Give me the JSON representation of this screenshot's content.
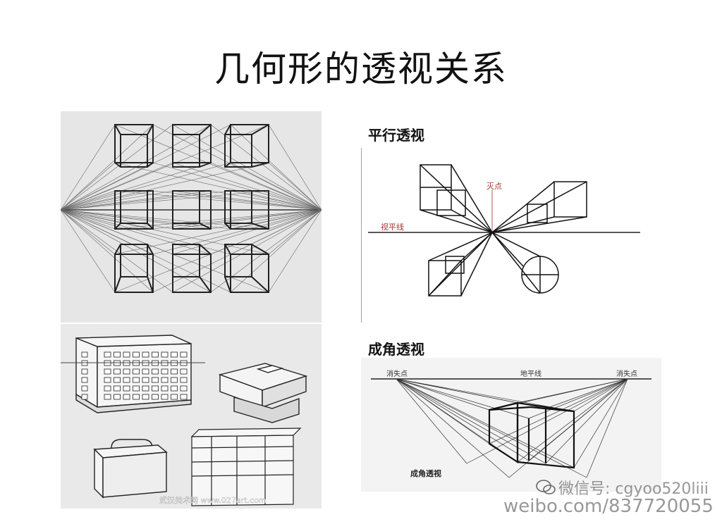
{
  "slide": {
    "title": "几何形的透视关系"
  },
  "parallel": {
    "heading": "平行透视",
    "vanish_label": "灭点",
    "horizon_label": "视平线"
  },
  "angular": {
    "heading": "成角透视",
    "vp_left_label": "消失点",
    "vp_right_label": "消失点",
    "horizon_label": "地平线",
    "caption": "成角透视"
  },
  "left_bottom": {
    "credit": "武汉美术网  www.027art.com"
  },
  "watermarks": {
    "wechat": "微信号: cgyoo520liii",
    "weibo": "weibo.com/837720055"
  },
  "icons": {
    "wechat": "wechat-icon"
  }
}
